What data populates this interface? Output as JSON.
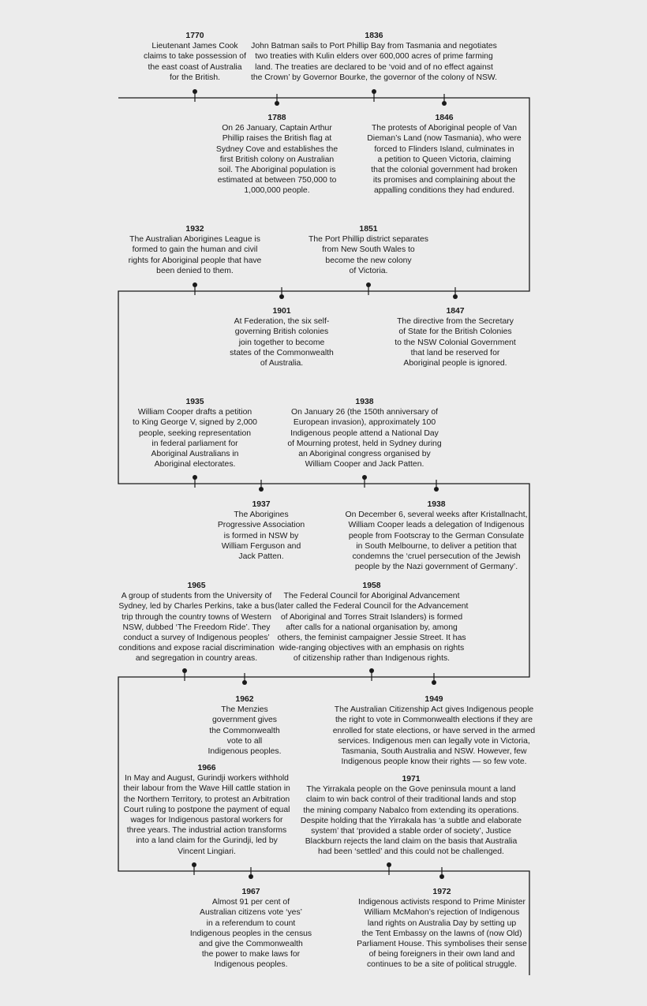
{
  "colors": {
    "line": "#1a1a1a",
    "background": "#ececec",
    "text": "#1a1a1a"
  },
  "events": [
    {
      "id": "1770",
      "year": "1770",
      "lines": [
        "Lieutenant James Cook",
        "claims to take possession of",
        "the east coast of Australia",
        "for the British."
      ]
    },
    {
      "id": "1836",
      "year": "1836",
      "lines": [
        "John Batman sails to Port Phillip Bay from Tasmania and negotiates",
        "two treaties with Kulin elders over 600,000 acres of prime farming",
        "land. The treaties are declared to be ‘void and of no effect against",
        "the Crown’ by Governor Bourke, the governor of the colony of NSW."
      ]
    },
    {
      "id": "1788",
      "year": "1788",
      "lines": [
        "On 26 January, Captain Arthur",
        "Phillip raises the British flag at",
        "Sydney Cove and establishes the",
        "first British colony on Australian",
        "soil. The Aboriginal population is",
        "estimated at between 750,000 to",
        "1,000,000 people."
      ]
    },
    {
      "id": "1846",
      "year": "1846",
      "lines": [
        "The protests of Aboriginal people of Van",
        "Dieman’s Land (now Tasmania), who were",
        "forced to Flinders Island, culminates in",
        "a petition to Queen Victoria, claiming",
        "that the colonial government had broken",
        "its promises and complaining about the",
        "appalling conditions they had endured."
      ]
    },
    {
      "id": "1932",
      "year": "1932",
      "lines": [
        "The Australian Aborigines League is",
        "formed to gain the human and civil",
        "rights for Aboriginal people that have",
        "been denied to them."
      ]
    },
    {
      "id": "1851",
      "year": "1851",
      "lines": [
        "The Port Phillip district separates",
        "from New South Wales to",
        "become the new colony",
        "of Victoria."
      ]
    },
    {
      "id": "1901",
      "year": "1901",
      "lines": [
        "At Federation, the six self-",
        "governing British colonies",
        "join together to become",
        "states of the Commonwealth",
        "of Australia."
      ]
    },
    {
      "id": "1847",
      "year": "1847",
      "lines": [
        "The directive from the Secretary",
        "of State for the British Colonies",
        "to the NSW Colonial Government",
        "that land be reserved for",
        "Aboriginal people is ignored."
      ]
    },
    {
      "id": "1935",
      "year": "1935",
      "lines": [
        "William Cooper drafts a petition",
        "to King George V, signed by 2,000",
        "people, seeking representation",
        "in federal parliament for",
        "Aboriginal Australians in",
        "Aboriginal electorates."
      ]
    },
    {
      "id": "1938a",
      "year": "1938",
      "lines": [
        "On January 26 (the 150th anniversary of",
        "European invasion), approximately 100",
        "Indigenous people attend a National Day",
        "of Mourning protest, held in Sydney during",
        "an Aboriginal congress organised by",
        "William Cooper and Jack Patten."
      ]
    },
    {
      "id": "1937",
      "year": "1937",
      "lines": [
        "The Aborigines",
        "Progressive Association",
        "is formed in NSW by",
        "William Ferguson and",
        "Jack Patten."
      ]
    },
    {
      "id": "1938b",
      "year": "1938",
      "lines": [
        "On December 6, several weeks after Kristallnacht,",
        "William Cooper leads a delegation of Indigenous",
        "people from Footscray to the German Consulate",
        "in South Melbourne, to deliver a petition that",
        "condemns the ‘cruel persecution of the Jewish",
        "people by the Nazi government of Germany’."
      ]
    },
    {
      "id": "1965",
      "year": "1965",
      "lines": [
        "A group of students from the University of",
        "Sydney, led by Charles Perkins, take a bus",
        "trip through the country towns of Western",
        "NSW, dubbed ‘The Freedom Ride’. They",
        "conduct a survey of Indigenous peoples’",
        "conditions and expose racial discrimination",
        "and segregation in country areas."
      ]
    },
    {
      "id": "1958",
      "year": "1958",
      "lines": [
        "The Federal Council for Aboriginal Advancement",
        "(later called the Federal Council for the Advancement",
        "of Aboriginal and Torres Strait Islanders) is formed",
        "after calls for a national organisation by, among",
        "others, the feminist campaigner Jessie Street. It has",
        "wide-ranging objectives with an emphasis on rights",
        "of citizenship rather than Indigenous rights."
      ]
    },
    {
      "id": "1962",
      "year": "1962",
      "lines": [
        "The Menzies",
        "government gives",
        "the Commonwealth",
        "vote to all",
        "Indigenous peoples."
      ]
    },
    {
      "id": "1949",
      "year": "1949",
      "lines": [
        "The Australian Citizenship Act gives Indigenous people",
        "the right to vote in Commonwealth elections if they are",
        "enrolled for state elections, or have served in the armed",
        "services. Indigenous men can legally vote in Victoria,",
        "Tasmania, South Australia and NSW. However, few",
        "Indigenous people know their rights — so few vote."
      ]
    },
    {
      "id": "1966",
      "year": "1966",
      "lines": [
        "In May and August, Gurindji workers withhold",
        "their labour from the Wave Hill cattle station in",
        "the Northern Territory, to protest an Arbitration",
        "Court ruling to postpone the payment of equal",
        "wages for Indigenous pastoral workers for",
        "three years. The industrial action transforms",
        "into a land claim for the Gurindji, led by",
        "Vincent Lingiari."
      ]
    },
    {
      "id": "1971",
      "year": "1971",
      "lines": [
        "The Yirrakala people on the Gove peninsula mount a land",
        "claim to win back control of their traditional lands and stop",
        "the mining company Nabalco from extending its operations.",
        "Despite holding that the Yirrakala has ‘a subtle and elaborate",
        "system’ that ‘provided a stable order of society’, Justice",
        "Blackburn rejects the land claim on the basis that Australia",
        "had been ‘settled’ and this could not be challenged."
      ]
    },
    {
      "id": "1967",
      "year": "1967",
      "lines": [
        "Almost 91 per cent of",
        "Australian citizens vote ‘yes’",
        "in a referendum to count",
        "Indigenous peoples in the census",
        "and give the Commonwealth",
        "the power to make laws for",
        "Indigenous peoples."
      ]
    },
    {
      "id": "1972",
      "year": "1972",
      "lines": [
        "Indigenous activists respond to Prime Minister",
        "William McMahon’s rejection of Indigenous",
        "land rights on Australia Day by setting up",
        "the Tent Embassy on the lawns of (now Old)",
        "Parliament House. This symbolises their sense",
        "of being foreigners in their own land and",
        "continues to be a site of political struggle."
      ]
    }
  ]
}
